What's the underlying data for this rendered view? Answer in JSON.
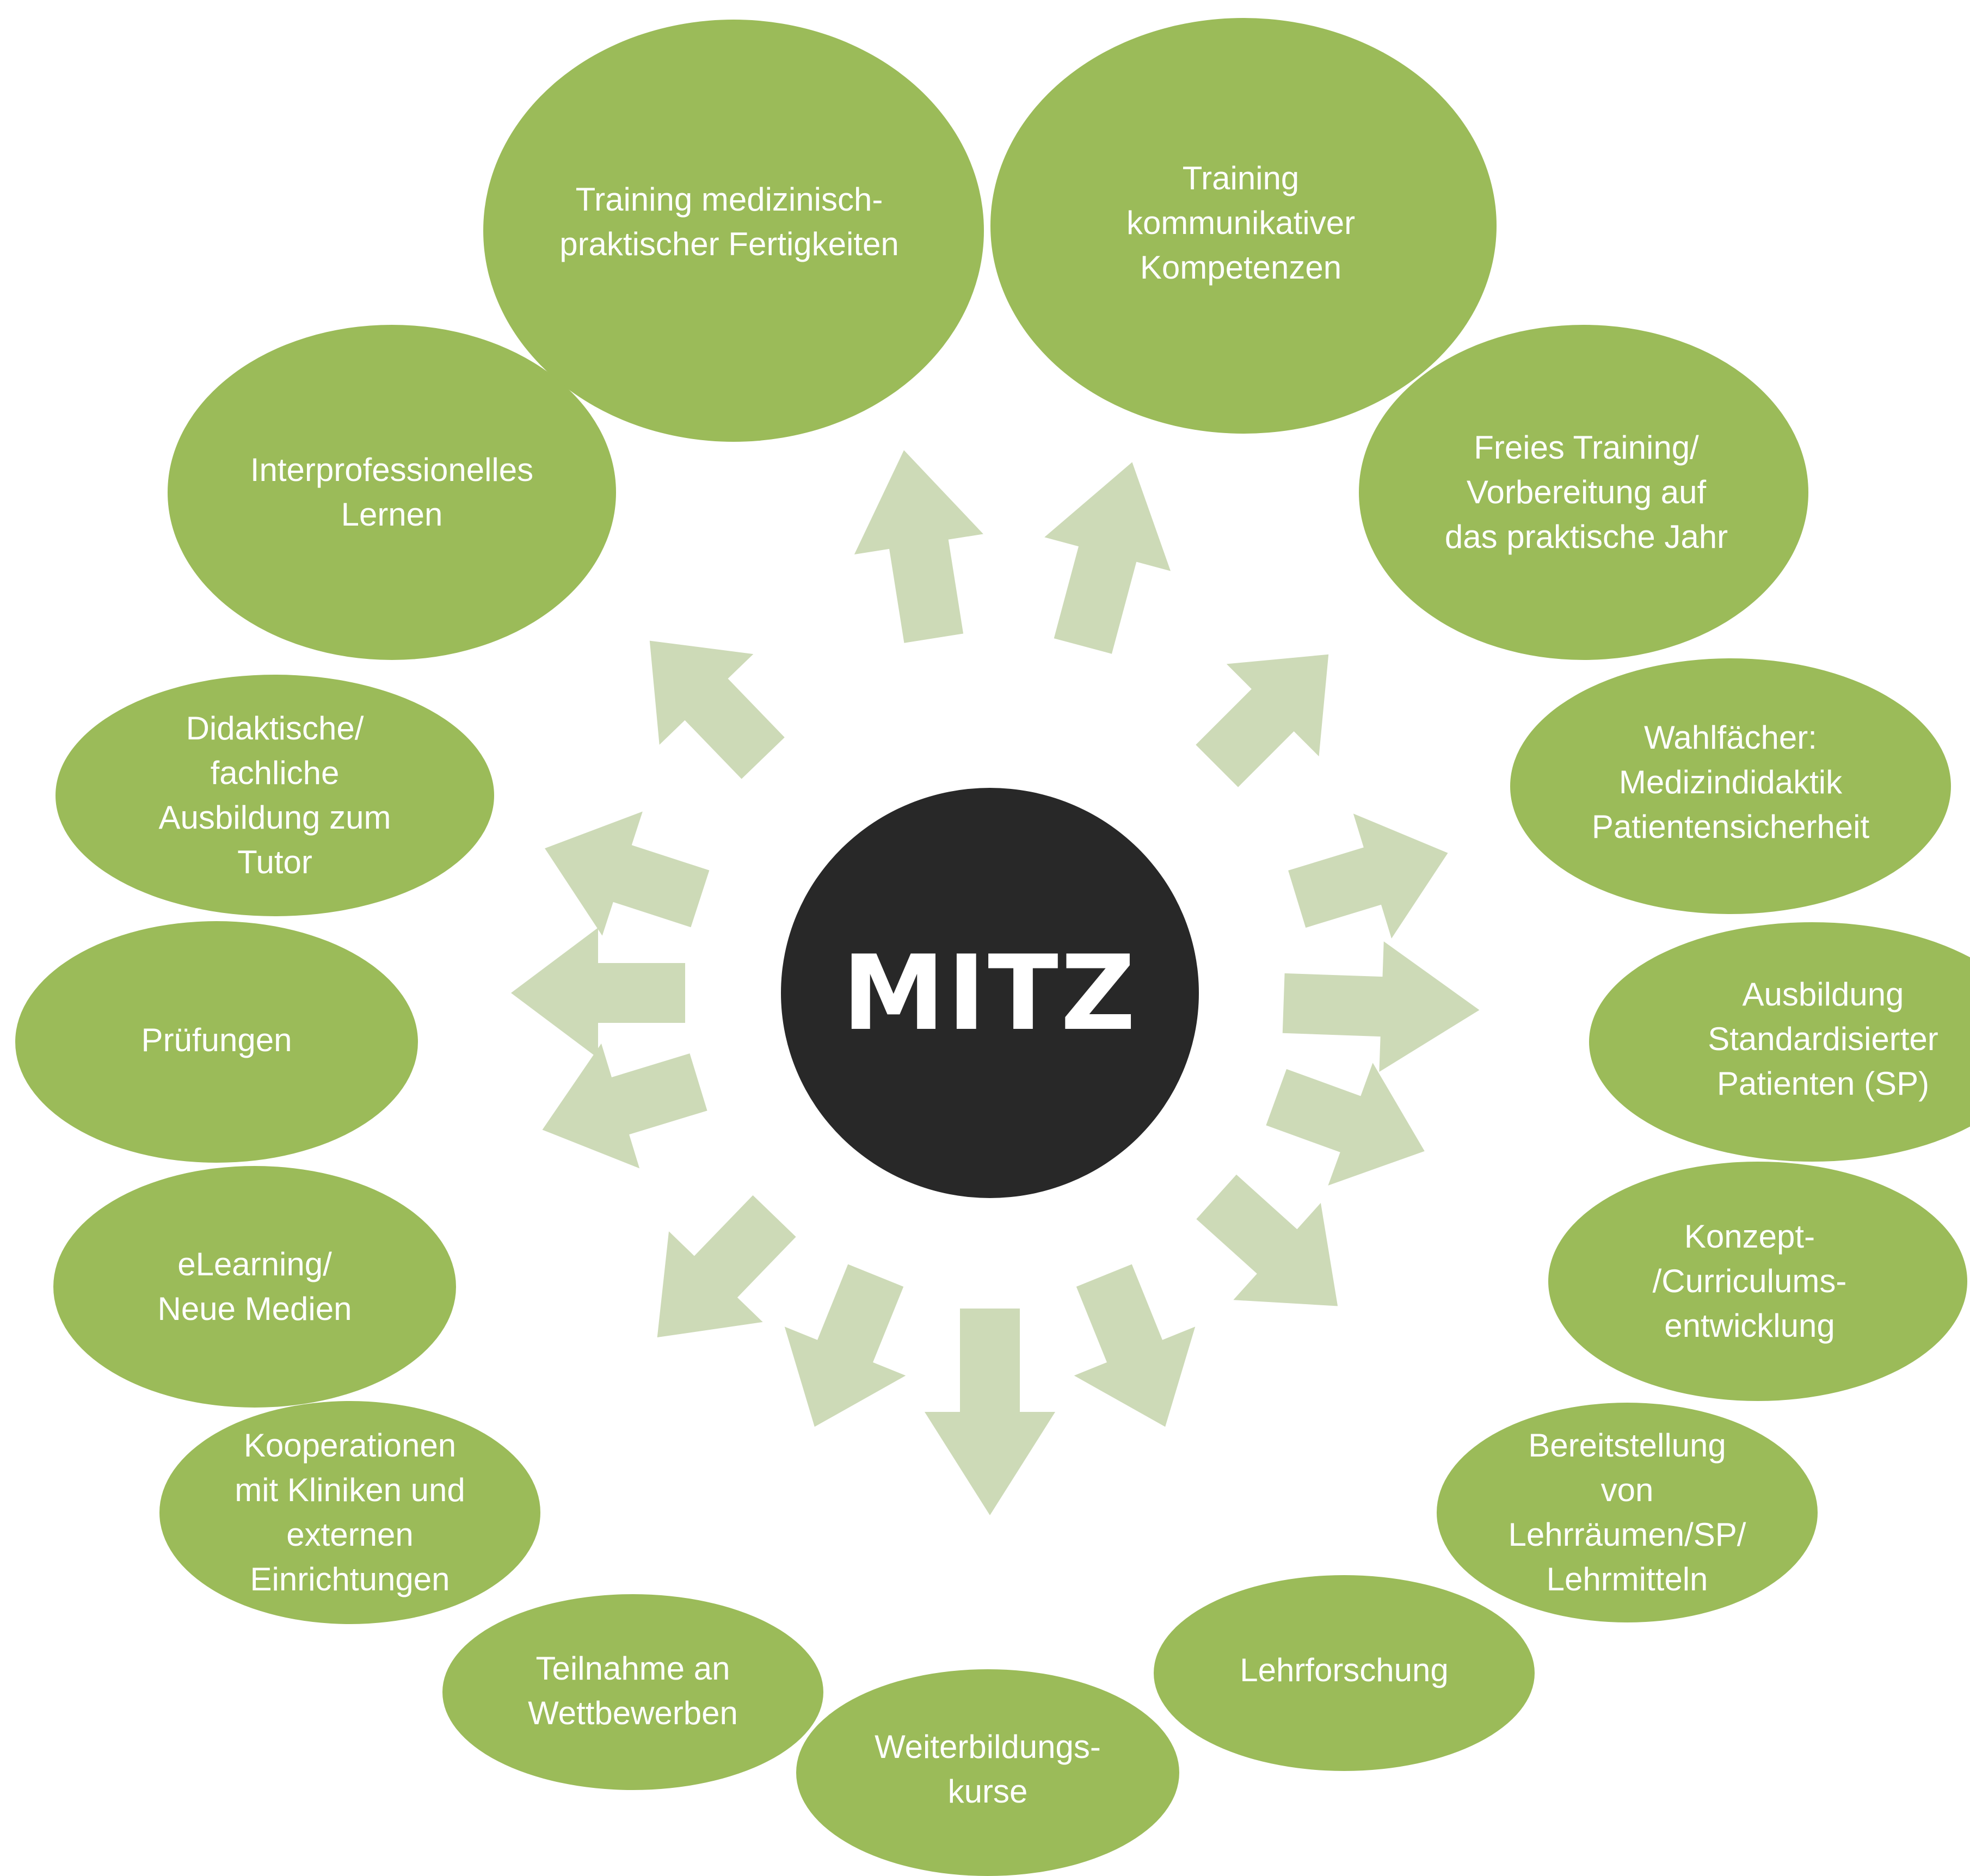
{
  "center": {
    "label": "MITZ",
    "color": "#282828"
  },
  "colors": {
    "bubble": "#9bbb59",
    "arrow": "#cddab7",
    "text": "#ffffff"
  },
  "nodes": [
    {
      "id": "training-medizinisch",
      "label": "Training medizinisch-\npraktischer Fertigkeiten"
    },
    {
      "id": "training-kommunikativ",
      "label": "Training\nkommunikativer\nKompetenzen"
    },
    {
      "id": "freies-training",
      "label": "Freies Training/\nVorbereitung auf\ndas praktische Jahr"
    },
    {
      "id": "wahlfaecher",
      "label": "Wahlfächer:\nMedizindidaktik\nPatientensicherheit"
    },
    {
      "id": "ausbildung-sp",
      "label": "Ausbildung\nStandardisierter\nPatienten (SP)"
    },
    {
      "id": "konzept",
      "label": "Konzept-\n/Curriculums-\nentwicklung"
    },
    {
      "id": "bereitstellung",
      "label": "Bereitstellung\nvon\nLehrräumen/SP/\nLehrmitteln"
    },
    {
      "id": "lehrforschung",
      "label": "Lehrforschung"
    },
    {
      "id": "weiterbildung",
      "label": "Weiterbildungs-\nkurse"
    },
    {
      "id": "wettbewerbe",
      "label": "Teilnahme an\nWettbewerben"
    },
    {
      "id": "kooperationen",
      "label": "Kooperationen\nmit Kliniken und\nexternen\nEinrichtungen"
    },
    {
      "id": "elearning",
      "label": "eLearning/\nNeue Medien"
    },
    {
      "id": "pruefungen",
      "label": "Prüfungen"
    },
    {
      "id": "didaktische",
      "label": "Didaktische/\nfachliche\nAusbildung zum\nTutor"
    },
    {
      "id": "interprofessionell",
      "label": "Interprofessionelles\nLernen"
    }
  ]
}
